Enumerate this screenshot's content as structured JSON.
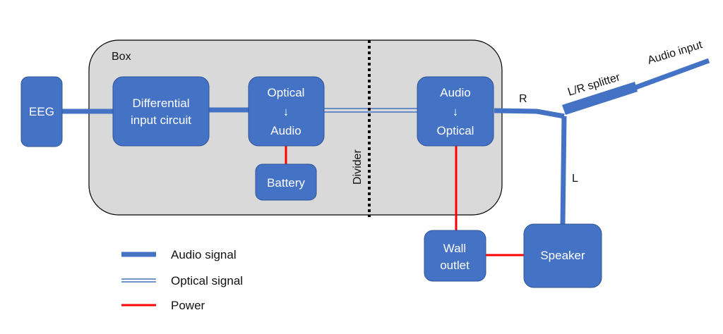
{
  "colors": {
    "node_fill": "#4472C4",
    "node_stroke": "#2F5597",
    "container_fill": "#D9D9D9",
    "container_stroke": "#000000",
    "audio_line": "#4472C4",
    "optical_line": "#4472C4",
    "power_line": "#FF0000",
    "divider": "#000000"
  },
  "container": {
    "label": "Box"
  },
  "nodes": {
    "eeg": {
      "label": "EEG"
    },
    "differential": {
      "line1": "Differential",
      "line2": "input circuit"
    },
    "optical_to_audio": {
      "line1": "Optical",
      "arrow": "↓",
      "line2": "Audio"
    },
    "battery": {
      "label": "Battery"
    },
    "audio_to_optical": {
      "line1": "Audio",
      "arrow": "↓",
      "line2": "Optical"
    },
    "wall_outlet": {
      "line1": "Wall",
      "line2": "outlet"
    },
    "speaker": {
      "label": "Speaker"
    }
  },
  "divider": {
    "label": "Divider"
  },
  "splitter": {
    "label": "L/R splitter",
    "audio_input_label": "Audio input",
    "right_label": "R",
    "left_label": "L"
  },
  "legend": [
    {
      "kind": "audio",
      "label": "Audio signal"
    },
    {
      "kind": "optical",
      "label": "Optical signal"
    },
    {
      "kind": "power",
      "label": "Power"
    }
  ]
}
